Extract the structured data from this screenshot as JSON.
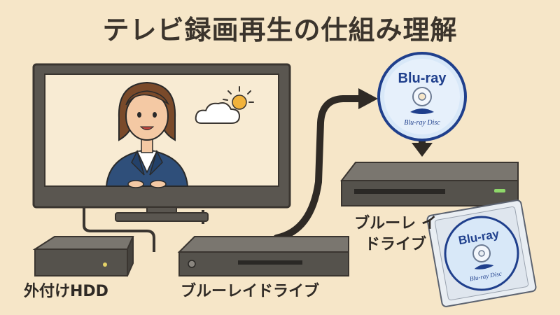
{
  "title": "テレビ録画再生の仕組み理解",
  "labels": {
    "hdd": "外付けHDD",
    "bd_recorder": "ブルーレイドライブ",
    "bd_drive_line1": "ブルーレ イ",
    "bd_drive_line2": "ドライブ"
  },
  "disc": {
    "logo_text": "Blu-ray",
    "brand_text": "Blu-ray Disc"
  },
  "colors": {
    "background": "#f6e6c8",
    "device_dark": "#5a5650",
    "outline": "#3a3530",
    "disc_blue": "#1f3f8c",
    "disc_face": "#cfe2f7",
    "screen_bg": "#f8ebd3",
    "led_green": "#8ed86a"
  }
}
